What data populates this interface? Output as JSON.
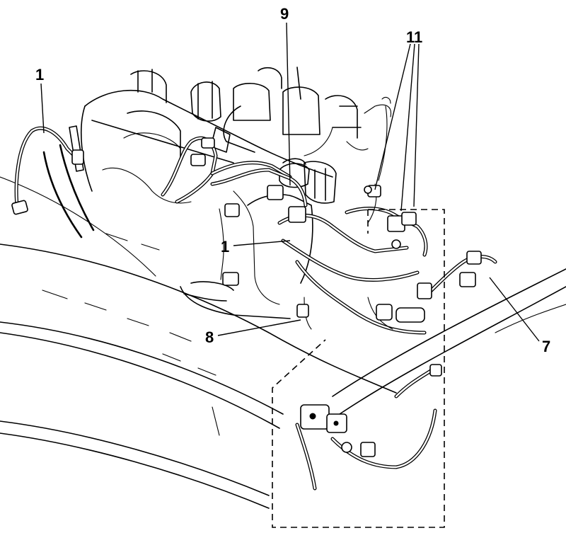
{
  "callouts": [
    {
      "id": "label-1-left",
      "text": "1"
    },
    {
      "id": "label-9",
      "text": "9"
    },
    {
      "id": "label-11",
      "text": "11"
    },
    {
      "id": "label-1-center",
      "text": "1"
    },
    {
      "id": "label-8",
      "text": "8"
    },
    {
      "id": "label-7",
      "text": "7"
    }
  ],
  "colors": {
    "ink": "#000000",
    "paper": "#ffffff"
  }
}
